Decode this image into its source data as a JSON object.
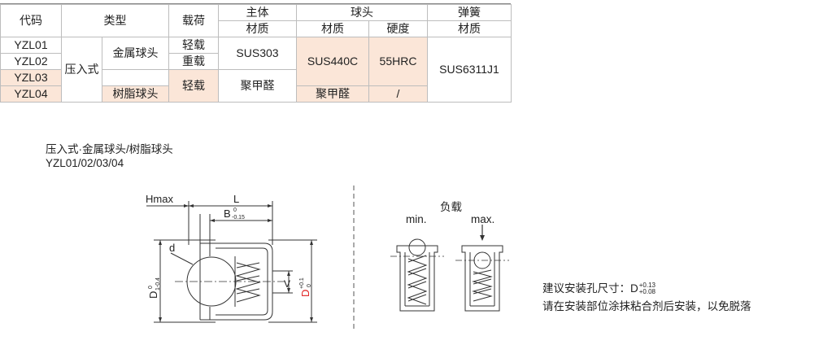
{
  "table": {
    "header": {
      "code": "代码",
      "type": "类型",
      "load": "载荷",
      "body": "主体",
      "ball": "球头",
      "spring": "弹簧",
      "material": "材质",
      "hardness": "硬度"
    },
    "rows": [
      {
        "code": "YZL01",
        "load": "轻载"
      },
      {
        "code": "YZL02",
        "load": "重载"
      },
      {
        "code": "YZL03",
        "load": "轻载"
      },
      {
        "code": "YZL04",
        "load": ""
      }
    ],
    "type_group": "压入式",
    "metal_ball": "金属球头",
    "resin_ball": "树脂球头",
    "body_metal": "SUS303",
    "body_resin": "聚甲醛",
    "ball_metal": "SUS440C",
    "ball_hardness": "55HRC",
    "ball_resin": "聚甲醛",
    "ball_resin_hardness": "/",
    "spring_material": "SUS6311J1"
  },
  "caption": {
    "line1": "压入式·金属球头/树脂球头",
    "line2": "YZL01/02/03/04"
  },
  "drawing": {
    "hmax": "Hmax",
    "L": "L",
    "B": "B",
    "B_tol_upper": "0",
    "B_tol_lower": "-0.15",
    "d": "d",
    "D1": "D",
    "D1_sub": "1-0.4",
    "D1_tol": "0",
    "V": "V",
    "D": "D",
    "D_tol_upper": "+0.1",
    "D_tol_lower": "0",
    "load_label": "负载",
    "min_label": "min.",
    "max_label": "max."
  },
  "notes": {
    "hole_label": "建议安装孔尺寸：D",
    "hole_tol_upper": "+0.13",
    "hole_tol_lower": "+0.08",
    "adhesive": "请在安装部位涂抹粘合剂后安装，以免脱落"
  },
  "colors": {
    "highlight": "#fbe6d8",
    "dimension_red": "#e02020",
    "border": "#bdbdbd"
  }
}
